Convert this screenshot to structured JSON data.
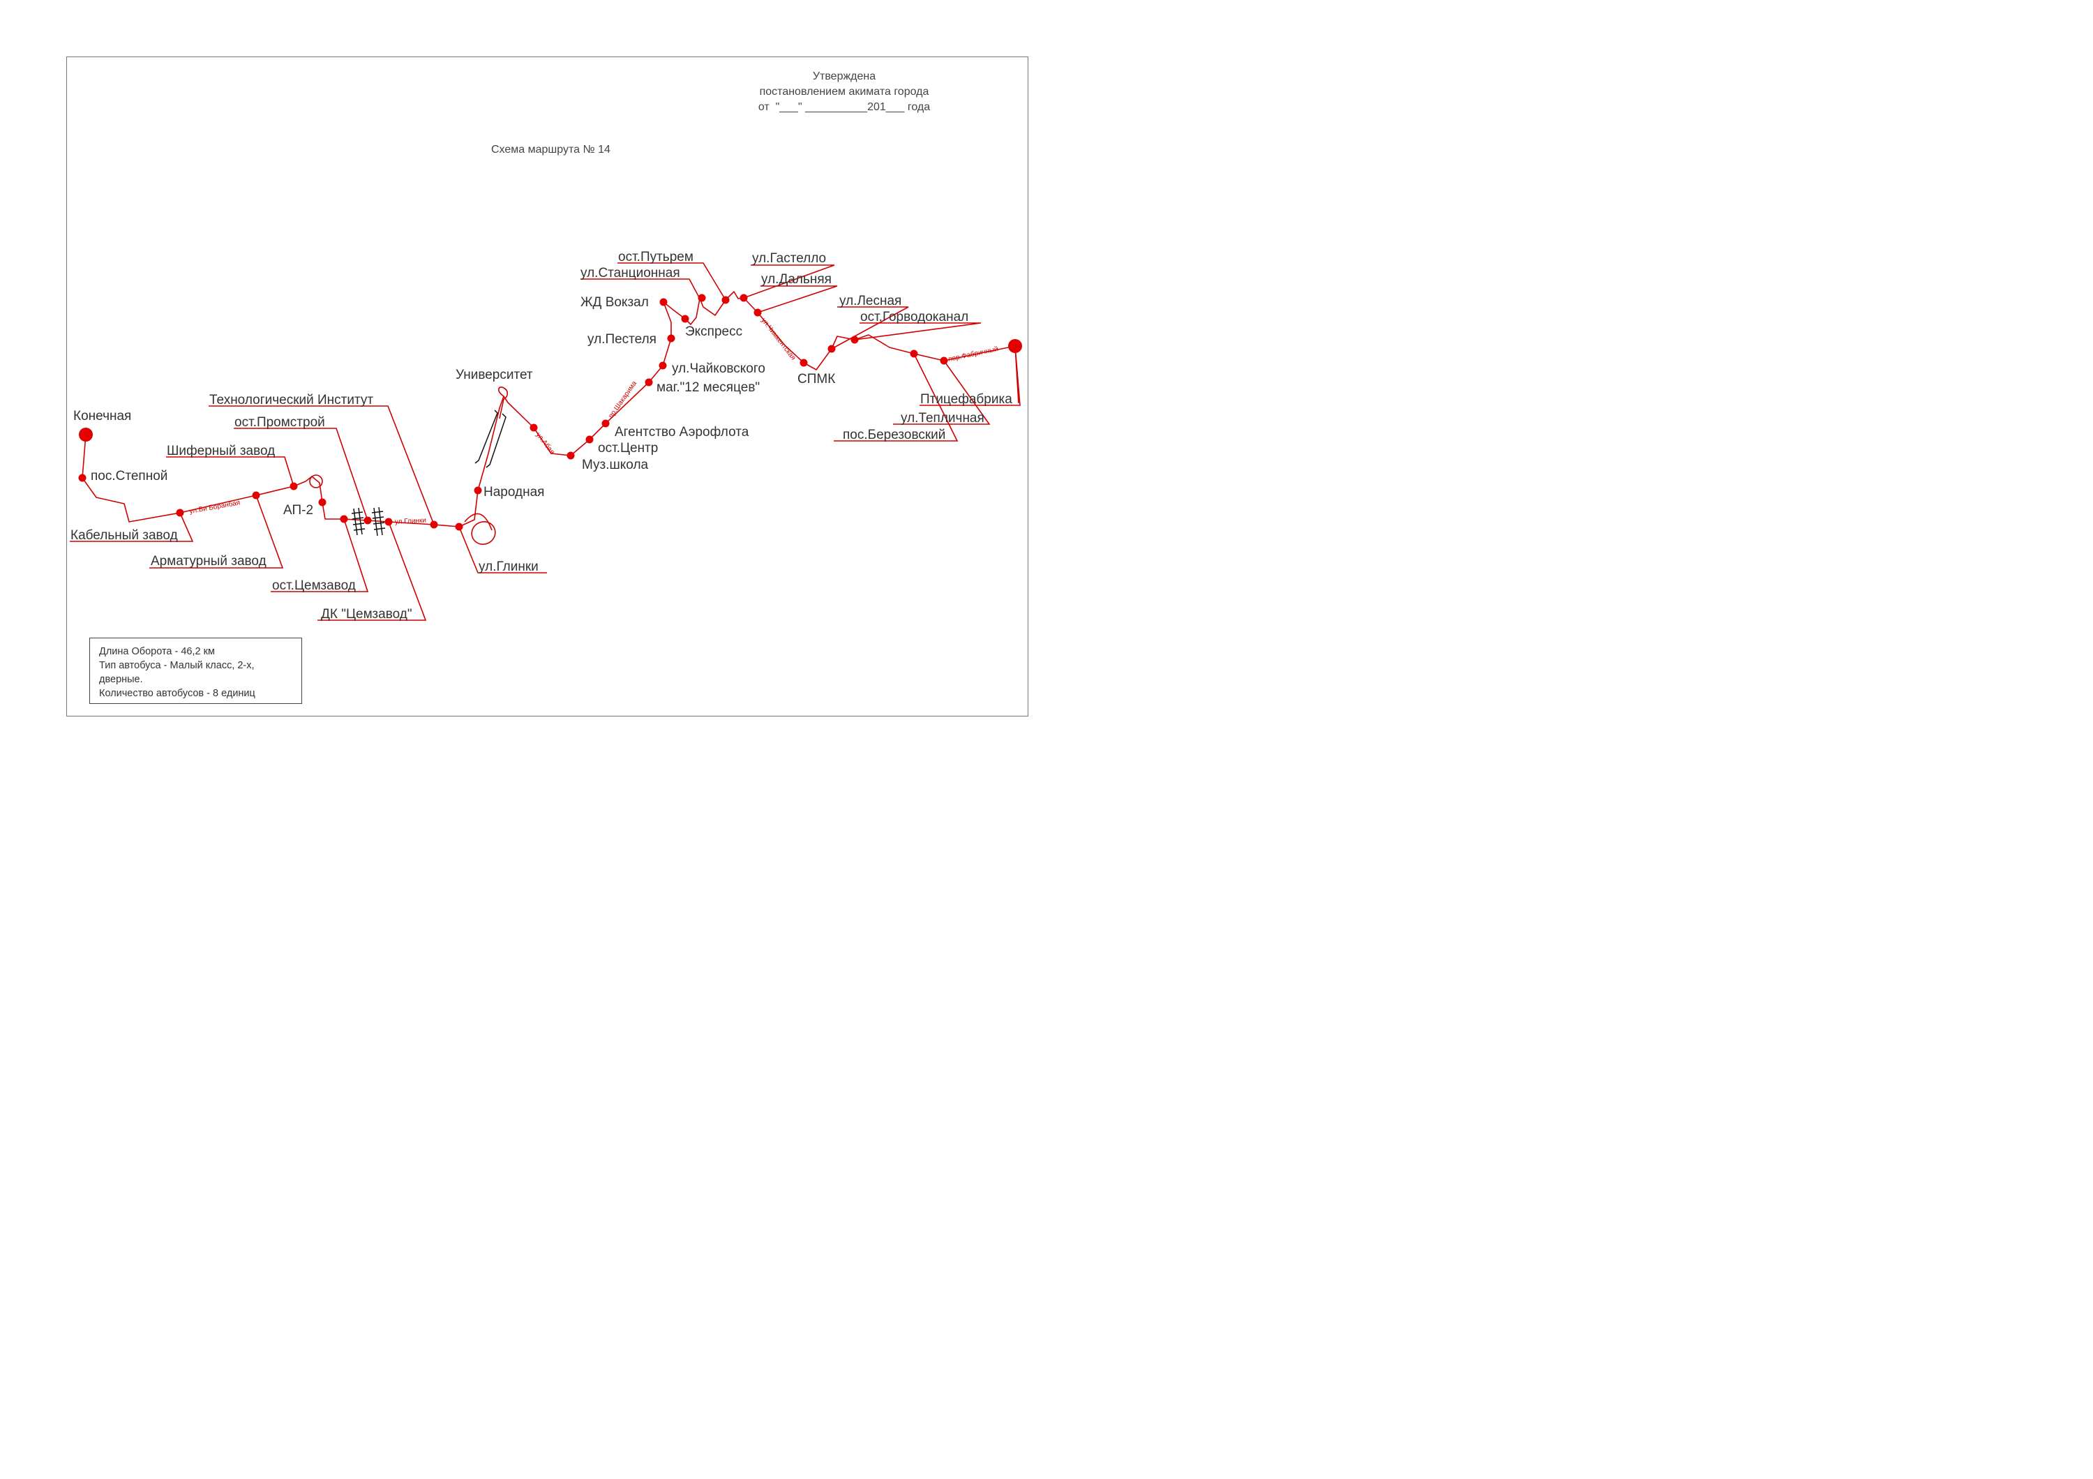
{
  "header": {
    "approval": [
      "Утверждена",
      "постановлением акимата города",
      "от  \"___\" __________201___ года"
    ],
    "title": "Схема маршрута № 14"
  },
  "colors": {
    "route": "#d00000",
    "stop": "#e30000",
    "rail": "#111111",
    "frame": "#777777"
  },
  "stops": {
    "konechnaya": "Конечная",
    "stepnoy": "пос.Степной",
    "kabelny": "Кабельный завод",
    "armaturny": "Арматурный завод",
    "shiferny": "Шиферный завод",
    "ap2": "АП-2",
    "promstroy": "ост.Промстрой",
    "tsemzavod": "ост.Цемзавод",
    "dk": "ДК \"Цемзавод\"",
    "tekhinst": "Технологический Институт",
    "glinki_stop": "ул.Глинки",
    "universitet": "Университет",
    "narodnaya": "Народная",
    "muzshkola": "Муз.школа",
    "tsentr": "ост.Центр",
    "aeroflot": "Агентство Аэрофлота",
    "mag12": "маг.\"12 месяцев\"",
    "chaikovskogo": "ул.Чайковского",
    "pestelya": "ул.Пестеля",
    "zhd": "ЖД Вокзал",
    "ekspress": "Экспресс",
    "stantsionnaya": "ул.Станционная",
    "putrem": "ост.Путьрем",
    "gastello": "ул.Гастелло",
    "dalnyaya": "ул.Дальняя",
    "spmk": "СПМК",
    "lesnaya": "ул.Лесная",
    "gorvodokanal": "ост.Горводоканал",
    "ptitsefabrika": "Птицефабрика",
    "teplichnaya": "ул.Тепличная",
    "berezovsky": "пос.Березовский"
  },
  "streets": {
    "bi_boranbai": "ул.Би Боранбая",
    "glinki": "ул.Глинки",
    "abaya": "ул.Абая",
    "shakarima": "пр.Шакарима",
    "chimkentskaya": "ул.Чимкентская",
    "fabrichny": "пер.Фабричный"
  },
  "info": [
    "Длина Оборота - 46,2 км",
    "Тип автобуса - Малый класс, 2-х,",
    "дверные.",
    "Количество автобусов - 8 единиц"
  ]
}
